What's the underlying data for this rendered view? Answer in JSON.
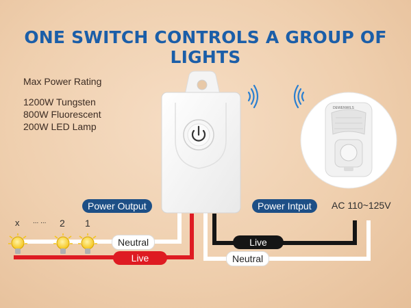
{
  "headline": "ONE SWITCH CONTROLS A GROUP OF LIGHTS",
  "ratings": {
    "header": "Max Power Rating",
    "items": [
      "1200W Tungsten",
      "800W Fluorescent",
      "200W LED Lamp"
    ]
  },
  "labels": {
    "power_output": "Power Output",
    "power_input": "Power Intput",
    "ac_range": "AC 110~125V",
    "neutral_left": "Neutral",
    "live_left": "Live",
    "live_right": "Live",
    "neutral_right": "Neutral"
  },
  "bulbs": {
    "x_mark": "x",
    "ellipsis": "... ...",
    "bulb_2": "2",
    "bulb_1": "1"
  },
  "sensor_brand": "DEWENWILS",
  "colors": {
    "headline": "#1b5ea8",
    "pill_blue": "#1d4f86",
    "live_red": "#de1b22",
    "live_black": "#151515",
    "wifi_blue": "#2a7fd0",
    "bulb_yellow": "#f5c419"
  }
}
